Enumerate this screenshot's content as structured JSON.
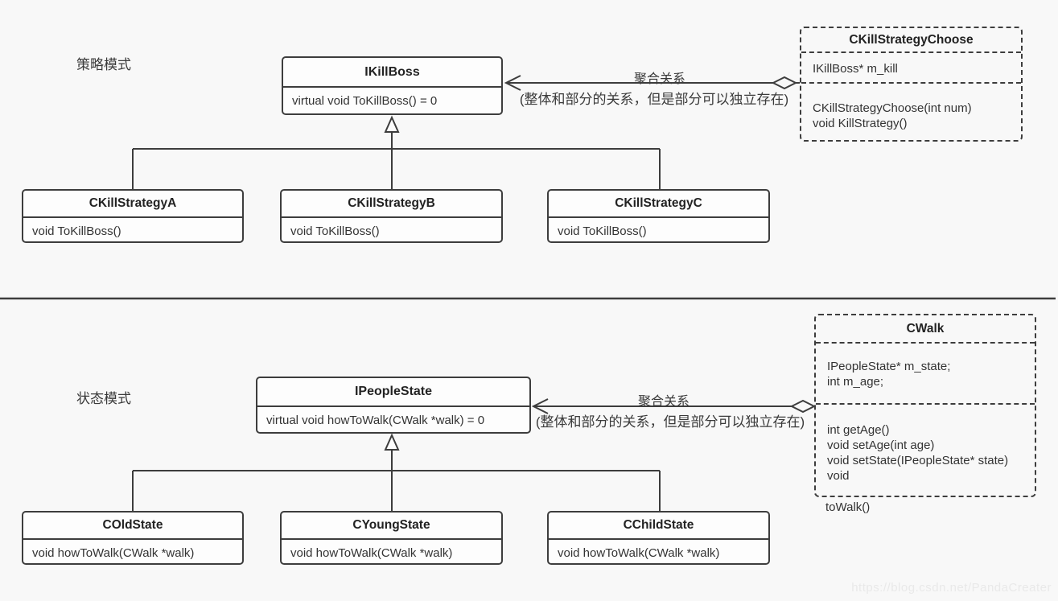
{
  "page": {
    "watermark": "https://blog.csdn.net/PandaCreater"
  },
  "colors": {
    "background": "#f8f8f8",
    "box_border": "#3d3d3d",
    "box_fill": "#fdfdfd",
    "text": "#333333",
    "watermark": "#e9e9e9"
  },
  "strategy_section": {
    "label": "策略模式",
    "interface": {
      "name": "IKillBoss",
      "method": "virtual void ToKillBoss() = 0"
    },
    "aggregation": {
      "label": "聚合关系",
      "note": "(整体和部分的关系，但是部分可以独立存在)"
    },
    "context": {
      "name": "CKillStrategyChoose",
      "attribute": "IKillBoss* m_kill",
      "methods": [
        "CKillStrategyChoose(int num)",
        "void KillStrategy()"
      ]
    },
    "implementations": [
      {
        "name": "CKillStrategyA",
        "method": "void ToKillBoss()"
      },
      {
        "name": "CKillStrategyB",
        "method": "void ToKillBoss()"
      },
      {
        "name": "CKillStrategyC",
        "method": "void ToKillBoss()"
      }
    ]
  },
  "state_section": {
    "label": "状态模式",
    "interface": {
      "name": "IPeopleState",
      "method": "virtual void howToWalk(CWalk *walk) = 0"
    },
    "aggregation": {
      "label": "聚合关系",
      "note": "(整体和部分的关系，但是部分可以独立存在)"
    },
    "context": {
      "name": "CWalk",
      "attributes": [
        "IPeopleState* m_state;",
        " int m_age;"
      ],
      "methods": [
        "int getAge()",
        "void setAge(int age)",
        "void setState(IPeopleState* state)",
        "void"
      ],
      "overflow_text": "toWalk()"
    },
    "implementations": [
      {
        "name": "COldState",
        "method": "void howToWalk(CWalk *walk)"
      },
      {
        "name": "CYoungState",
        "method": "void howToWalk(CWalk *walk)"
      },
      {
        "name": "CChildState",
        "method": "void howToWalk(CWalk *walk)"
      }
    ]
  }
}
